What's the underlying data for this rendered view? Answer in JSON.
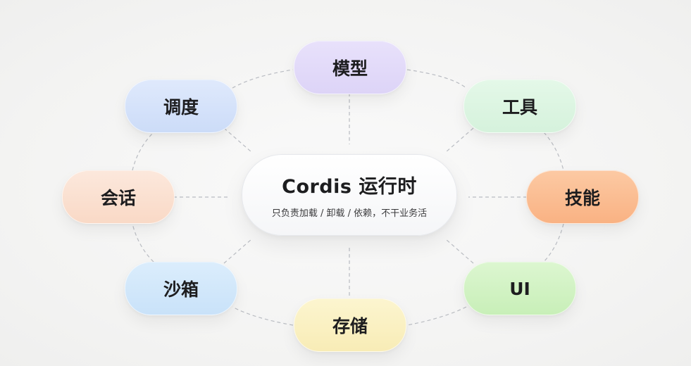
{
  "center": {
    "title": "Cordis 运行时",
    "subtitle": "只负责加载 / 卸载 / 依赖，不干业务活"
  },
  "nodes": {
    "model": {
      "label": "模型",
      "color": "#e3dcf8"
    },
    "tools": {
      "label": "工具",
      "color": "#ddf5e2"
    },
    "skills": {
      "label": "技能",
      "color": "#fbbf93"
    },
    "ui": {
      "label": "UI",
      "color": "#d2f3c5"
    },
    "storage": {
      "label": "存储",
      "color": "#fbf2c4"
    },
    "sandbox": {
      "label": "沙箱",
      "color": "#d3e8fb"
    },
    "session": {
      "label": "会话",
      "color": "#fbe1d2"
    },
    "scheduling": {
      "label": "调度",
      "color": "#d6e3fb"
    }
  }
}
